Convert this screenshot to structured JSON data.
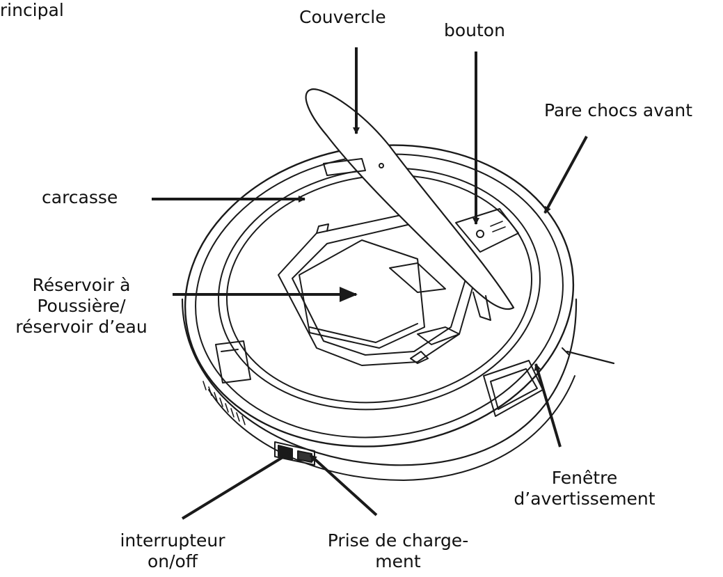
{
  "labels": {
    "principal": "principal",
    "couvercle": "Couvercle",
    "bouton": "bouton",
    "pare_chocs": "Pare chocs avant",
    "carcasse": "carcasse",
    "reservoir": [
      "Réservoir à",
      "Poussière/",
      "réservoir d’eau"
    ],
    "fenetre": [
      "Fenêtre",
      "d’avertissement"
    ],
    "interrupteur": [
      "interrupteur",
      "on/off"
    ],
    "prise": [
      "Prise de charge-",
      "ment"
    ]
  },
  "colors": {
    "line": "#1a1a1a",
    "ink": "#111111",
    "background": "#ffffff"
  }
}
